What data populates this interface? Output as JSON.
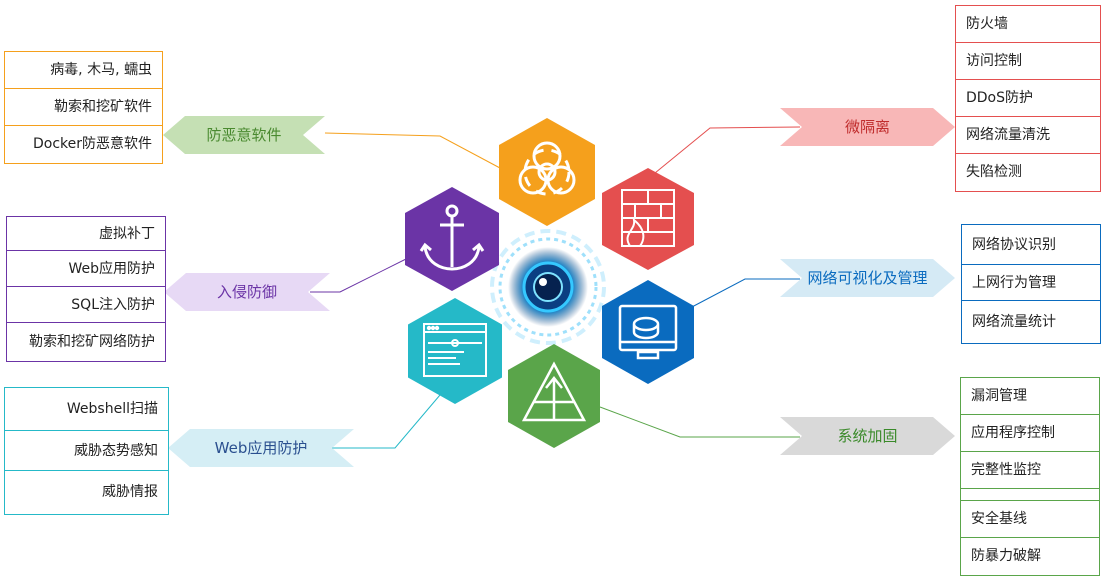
{
  "colors": {
    "orange": "#f5a01c",
    "red": "#e44f4f",
    "purple": "#6b34a6",
    "blue": "#0a6bbf",
    "teal": "#25b9c8",
    "green": "#5aa54a"
  },
  "groups": {
    "anti_malware": {
      "title": "防恶意软件",
      "items": [
        "病毒, 木马, 蠕虫",
        "勒索和挖矿软件",
        "Docker防恶意软件"
      ],
      "icon": "biohazard-icon"
    },
    "intrusion": {
      "title": "入侵防御",
      "items": [
        "虚拟补丁",
        "Web应用防护",
        "SQL注入防护",
        "勒索和挖矿网络防护"
      ],
      "icon": "anchor-icon"
    },
    "web_protect": {
      "title": "Web应用防护",
      "items": [
        "Webshell扫描",
        "威胁态势感知",
        "威胁情报"
      ],
      "icon": "browser-window-icon"
    },
    "micro_seg": {
      "title": "微隔离",
      "items": [
        "防火墙",
        "访问控制",
        "DDoS防护",
        "网络流量清洗",
        "失陷检测"
      ],
      "icon": "firewall-icon"
    },
    "net_visibility": {
      "title": "网络可视化及管理",
      "items": [
        "网络协议识别",
        "上网行为管理",
        "网络流量统计"
      ],
      "icon": "monitor-chart-icon"
    },
    "hardening": {
      "title": "系统加固",
      "items": [
        "漏洞管理",
        "应用程序控制",
        "完整性监控"
      ],
      "items2": [
        "安全基线",
        "防暴力破解"
      ],
      "icon": "pyramid-icon"
    }
  }
}
